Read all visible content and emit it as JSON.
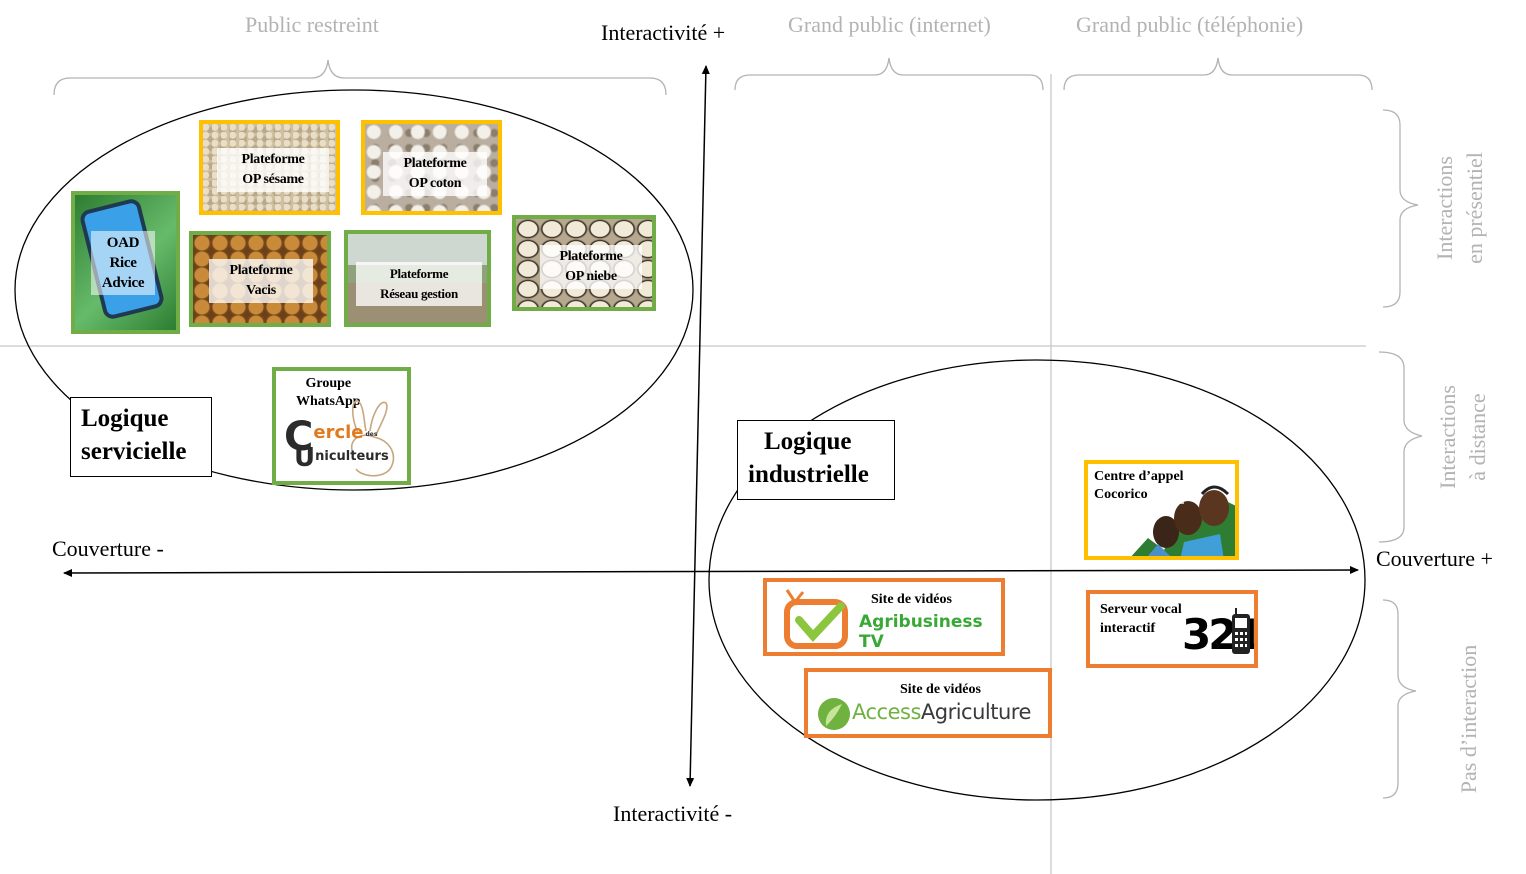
{
  "axes": {
    "y_top": "Interactivité +",
    "y_bottom": "Interactivité -",
    "x_left": "Couverture -",
    "x_right": "Couverture +"
  },
  "groups": {
    "restricted": "Public restreint",
    "internet": "Grand public (internet)",
    "telephony": "Grand public (téléphonie)"
  },
  "rows": {
    "presential_line1": "Interactions",
    "presential_line2": "en présentiel",
    "distance_line1": "Interactions",
    "distance_line2": "à distance",
    "none": "Pas d’interaction"
  },
  "logics": {
    "servicielle_line1": "Logique",
    "servicielle_line2": "servicielle",
    "industrielle_line1": "Logique",
    "industrielle_line2": "industrielle"
  },
  "tiles": {
    "sesame": {
      "line1": "Plateforme",
      "line2": "OP sésame"
    },
    "coton": {
      "line1": "Plateforme",
      "line2": "OP coton"
    },
    "oad": {
      "line1": "OAD",
      "line2": "Rice",
      "line3": "Advice"
    },
    "vacis": {
      "line1": "Plateforme",
      "line2": "Vacis"
    },
    "reseau": {
      "line1": "Plateforme",
      "line2": "Réseau gestion"
    },
    "niebe": {
      "line1": "Plateforme",
      "line2": "OP niebe"
    },
    "whatsapp": {
      "line1": "Groupe",
      "line2": "WhatsApp",
      "logo1": "ercle",
      "logo_c": "C",
      "logo_u": "U",
      "logo2": "niculteurs",
      "logo_small": "des"
    },
    "cocorico": {
      "line1": "Centre d’appel",
      "line2": "Cocorico"
    },
    "agritv": {
      "line1": "Site de vidéos",
      "brand": "Agribusiness TV"
    },
    "serveur": {
      "line1": "Serveur vocal",
      "line2": "interactif",
      "number": "321"
    },
    "access": {
      "line1": "Site de vidéos",
      "brand_a": "Access",
      "brand_b": "Agriculture"
    }
  },
  "colors": {
    "green_border": "#70ad47",
    "yellow_border": "#ffc000",
    "orange_border": "#ed7d31",
    "grey_text": "#b3b3b3"
  }
}
